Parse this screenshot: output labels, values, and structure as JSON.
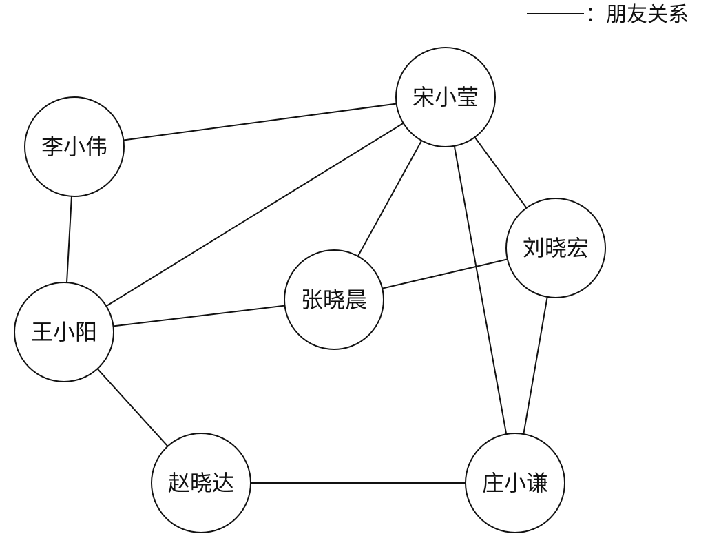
{
  "legend": {
    "label": "：朋友关系"
  },
  "nodes": [
    {
      "id": "song",
      "label": "宋小莹"
    },
    {
      "id": "li",
      "label": "李小伟"
    },
    {
      "id": "liu",
      "label": "刘晓宏"
    },
    {
      "id": "zhang",
      "label": "张晓晨"
    },
    {
      "id": "wang",
      "label": "王小阳"
    },
    {
      "id": "zhao",
      "label": "赵晓达"
    },
    {
      "id": "zhuang",
      "label": "庄小谦"
    }
  ],
  "edges": [
    {
      "from": "li",
      "to": "song"
    },
    {
      "from": "li",
      "to": "wang"
    },
    {
      "from": "song",
      "to": "wang"
    },
    {
      "from": "song",
      "to": "zhang"
    },
    {
      "from": "song",
      "to": "liu"
    },
    {
      "from": "song",
      "to": "zhuang"
    },
    {
      "from": "wang",
      "to": "zhang"
    },
    {
      "from": "zhang",
      "to": "liu"
    },
    {
      "from": "liu",
      "to": "zhuang"
    },
    {
      "from": "wang",
      "to": "zhao"
    },
    {
      "from": "zhao",
      "to": "zhuang"
    }
  ]
}
